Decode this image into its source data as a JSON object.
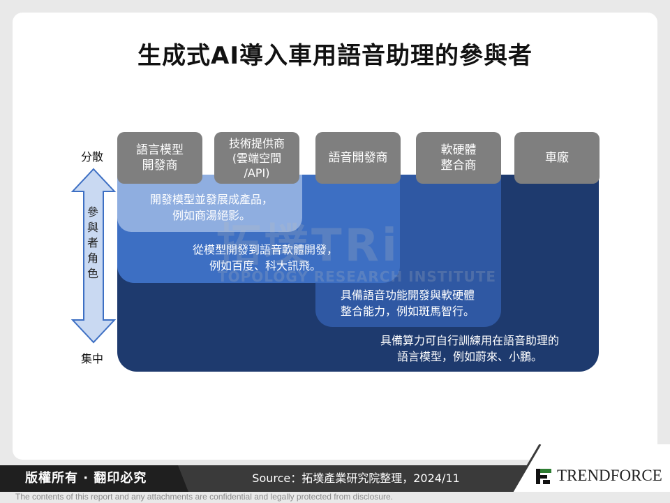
{
  "title": "生成式AI導入車用語音助理的參與者",
  "categories": [
    {
      "id": "lang-model",
      "label": "語言模型\n開發商"
    },
    {
      "id": "tech-provider",
      "label": "技術提供商\n(雲端空間\n/API)"
    },
    {
      "id": "voice-dev",
      "label": "語音開發商"
    },
    {
      "id": "hw-sw",
      "label": "軟硬體\n整合商"
    },
    {
      "id": "oem",
      "label": "車廠"
    }
  ],
  "descriptions": {
    "d1": "開發模型並發展成產品，\n例如商湯絕影。",
    "d2": "從模型開發到語音軟體開發，\n例如百度、科大訊飛。",
    "d3": "具備語音功能開發與軟硬體\n整合能力，例如斑馬智行。",
    "d4": "具備算力可自行訓練用在語音助理的\n語言模型，例如蔚來、小鵬。"
  },
  "axis": {
    "top": "分散",
    "bottom": "集中",
    "label_chars": [
      "參",
      "與",
      "者",
      "角",
      "色"
    ]
  },
  "watermark": {
    "big": "拓墣TRi",
    "small": "TOPOLOGY RESEARCH INSTITUTE"
  },
  "footer": {
    "copyright": "版權所有 · 翻印必究",
    "source": "Source：拓墣產業研究院整理，2024/11",
    "logo": "TRENDFORCE",
    "disclaimer": "The contents of this report and any attachments are confidential and legally protected from disclosure."
  },
  "colors": {
    "level1": "#8faee0",
    "level2": "#3d6fc3",
    "level3": "#2f58a3",
    "level4": "#1e3a6e",
    "category_box": "#7f7f7f",
    "arrow_fill": "#c9d9f2",
    "arrow_stroke": "#3d6fc3",
    "logo_green": "#2e7d32"
  }
}
